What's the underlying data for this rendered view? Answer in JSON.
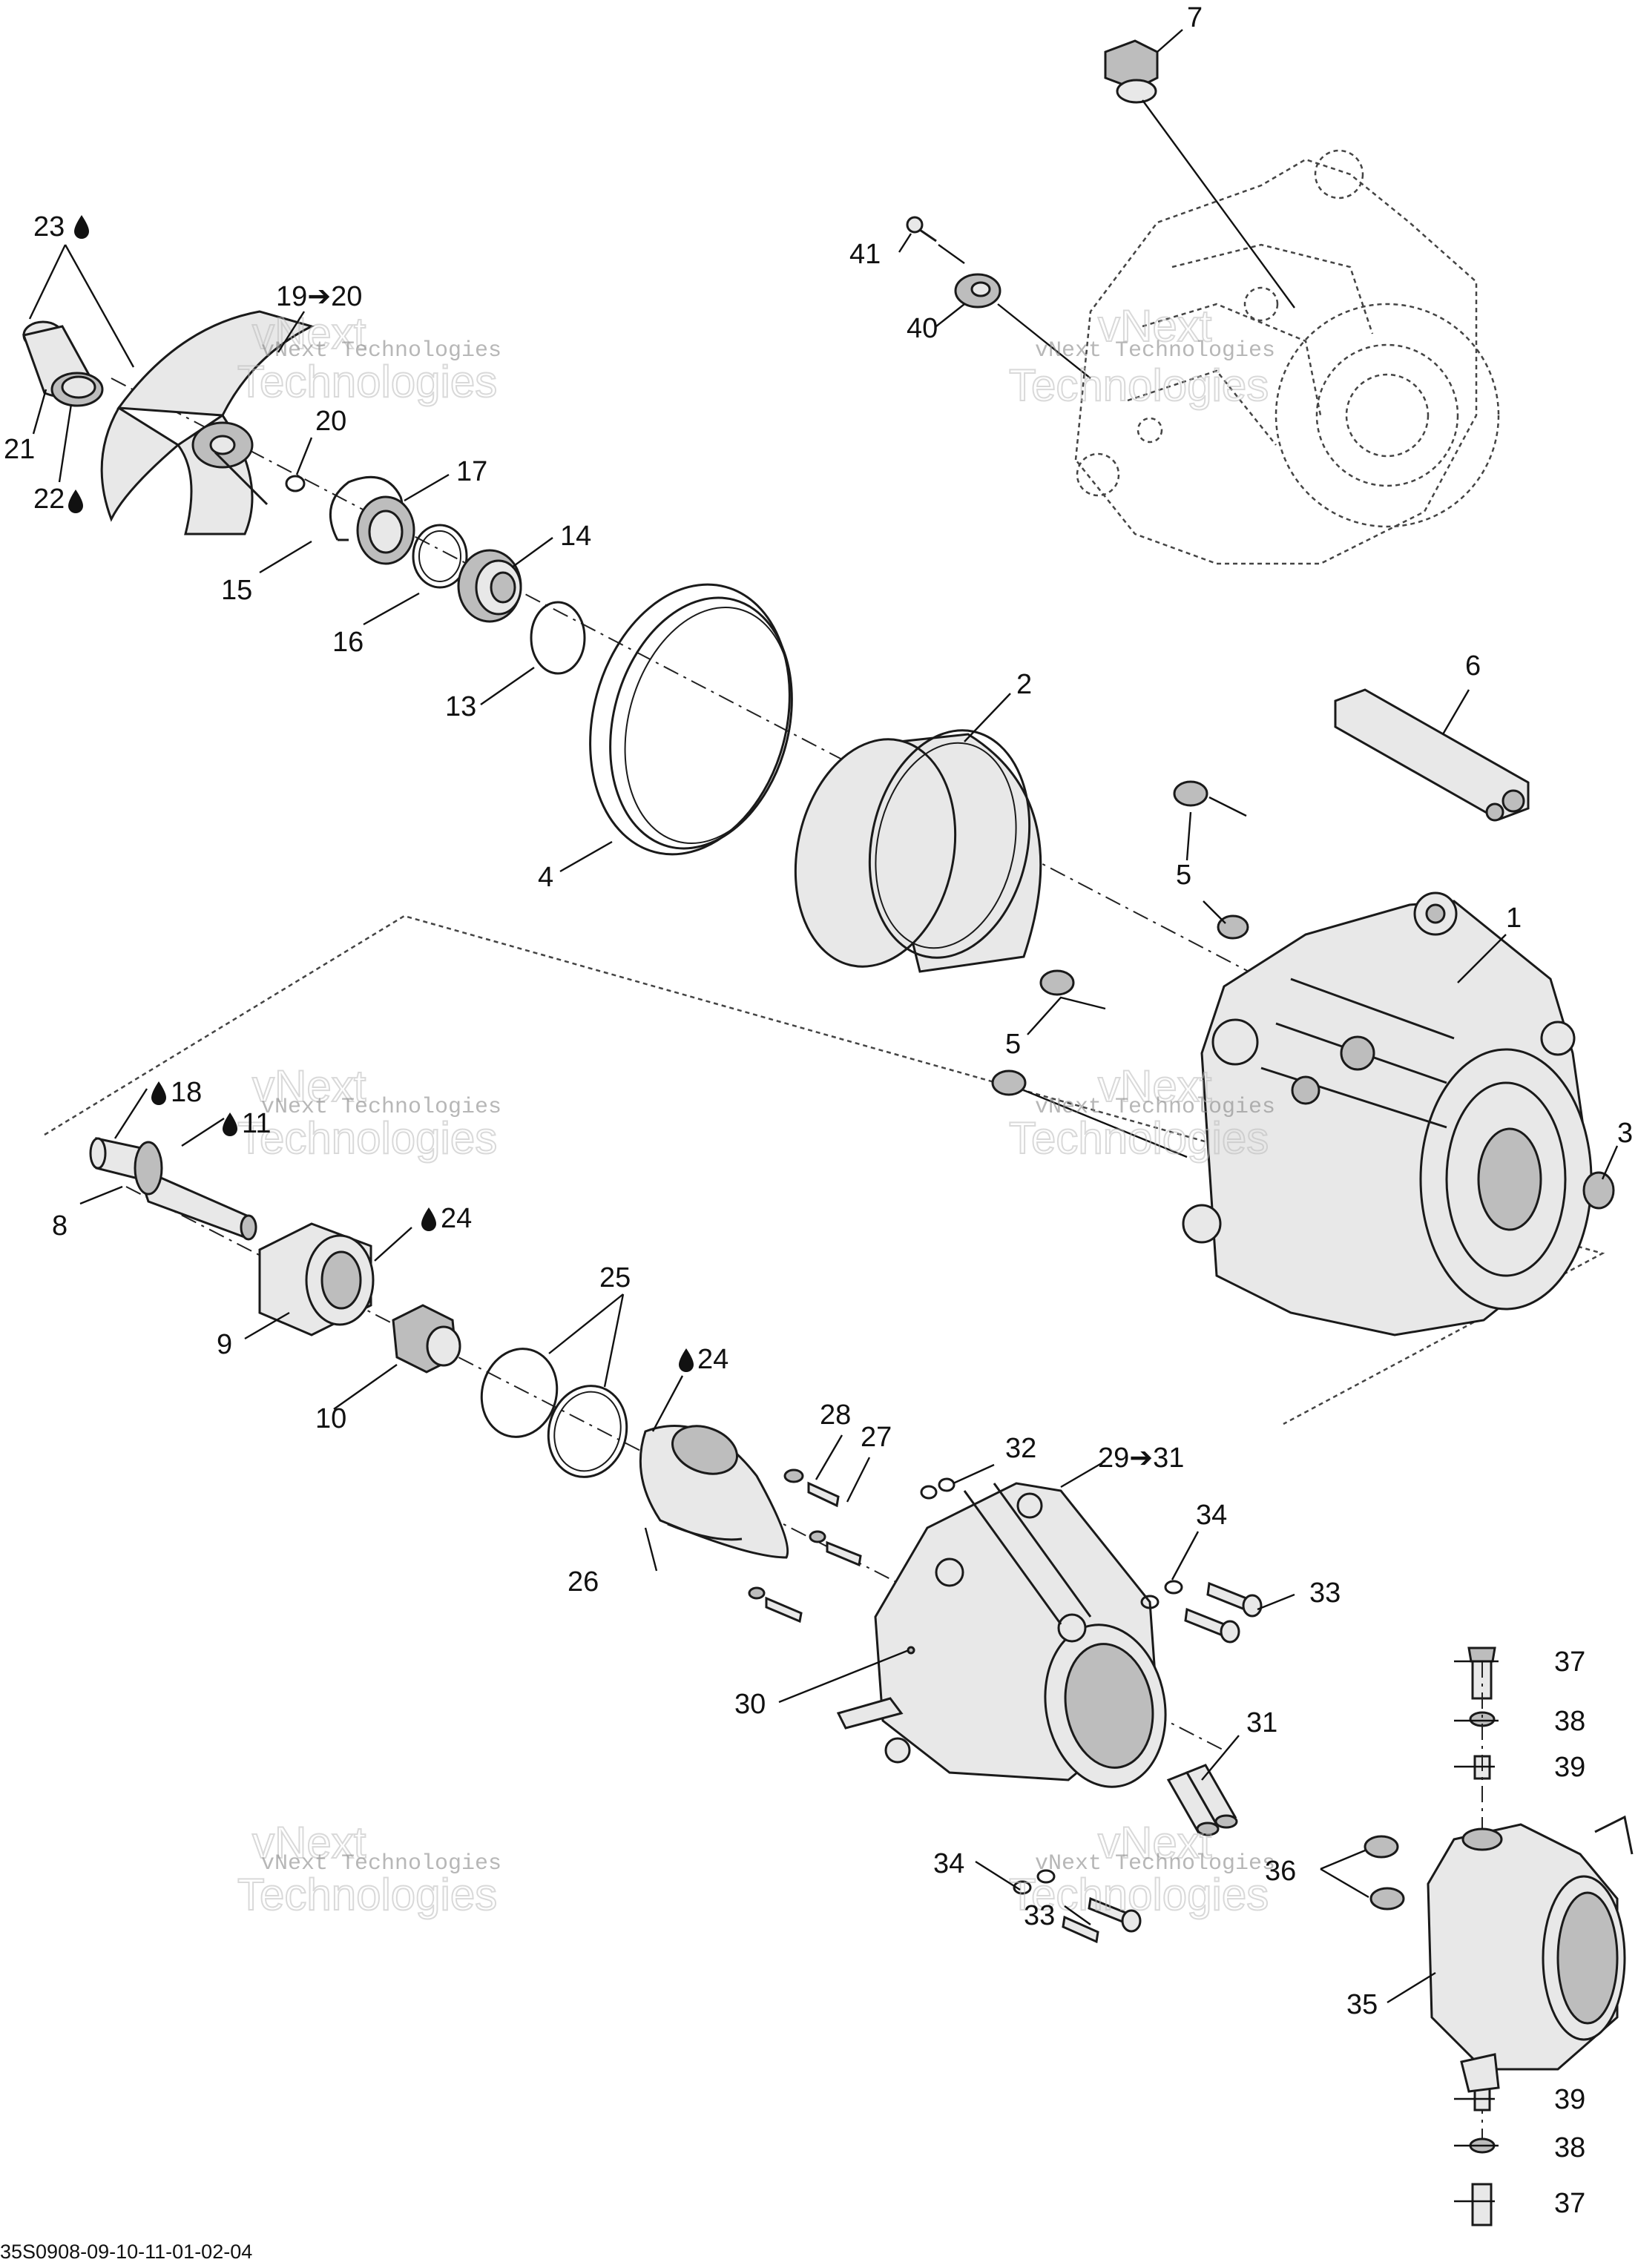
{
  "diagram": {
    "callouts": [
      "7",
      "41",
      "40",
      "23",
      "19➔20",
      "20",
      "21",
      "22",
      "17",
      "15",
      "14",
      "16",
      "13",
      "2",
      "6",
      "4",
      "5",
      "1",
      "5",
      "3",
      "18",
      "11",
      "8",
      "24",
      "25",
      "9",
      "10",
      "24",
      "28",
      "27",
      "32",
      "29➔31",
      "34",
      "33",
      "26",
      "30",
      "37",
      "38",
      "31",
      "39",
      "34",
      "36",
      "33",
      "35",
      "39",
      "38",
      "37"
    ],
    "watermark": {
      "line1": "vNext Technologies",
      "line2": "Technologies",
      "line0": "vNext"
    },
    "reference": "35S0908-09-10-11-01-02-04"
  }
}
